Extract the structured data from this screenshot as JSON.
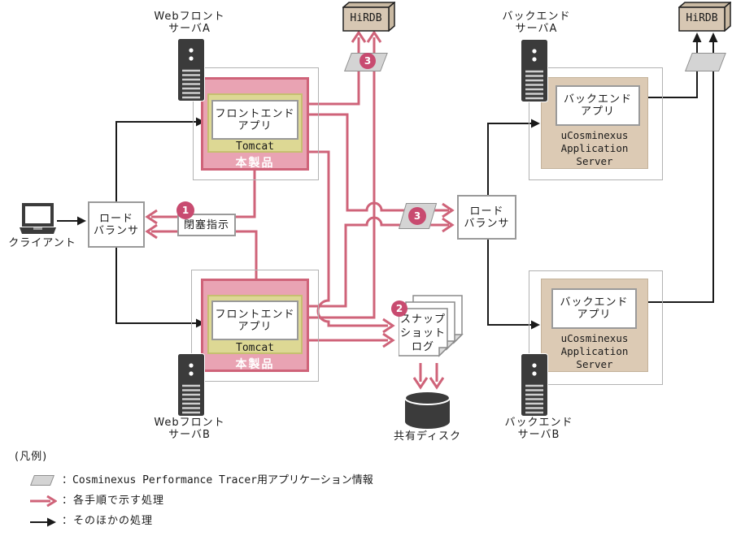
{
  "colors": {
    "accent_pink_line": "#cf6379",
    "pink_box_fill": "#e9a3b3",
    "tomcat_yellow_fill": "#ddd894",
    "tan_box_fill": "#dccab4",
    "parallelogram_gray": "#d4d4d4",
    "badge_pink": "#c84b70",
    "black_line": "#1a1a1a",
    "server_icon_gray": "#3b3b3b"
  },
  "badges": {
    "step1": "1",
    "step2": "2",
    "step3": "3"
  },
  "nodes": {
    "client_label": "クライアント",
    "load_balancer": {
      "line1": "ロード",
      "line2": "バランサ"
    },
    "web_front_a": {
      "line1": "Webフロント",
      "line2": "サーバA"
    },
    "web_front_b": {
      "line1": "Webフロント",
      "line2": "サーバB"
    },
    "backend_server_a": {
      "line1": "バックエンド",
      "line2": "サーバA"
    },
    "backend_server_b": {
      "line1": "バックエンド",
      "line2": "サーバB"
    },
    "frontend_app": {
      "line1": "フロントエンド",
      "line2": "アプリ"
    },
    "backend_app": {
      "line1": "バックエンド",
      "line2": "アプリ"
    },
    "tomcat": "Tomcat",
    "product": "本製品",
    "app_server": {
      "line1": "uCosminexus",
      "line2": "Application",
      "line3": "Server"
    },
    "hirdb": "HiRDB",
    "block_instruction": "閉塞指示",
    "snapshot_log": {
      "line1": "スナップ",
      "line2": "ショット",
      "line3": "ログ"
    },
    "shared_disk": "共有ディスク"
  },
  "legend": {
    "title": "(凡例)",
    "items": [
      {
        "symbol": "parallelogram-icon",
        "label": "：Cosminexus Performance Tracer用アプリケーション情報"
      },
      {
        "symbol": "pink-arrow-icon",
        "label": "：各手順で示す処理"
      },
      {
        "symbol": "black-arrow-icon",
        "label": "：そのほかの処理"
      }
    ]
  }
}
